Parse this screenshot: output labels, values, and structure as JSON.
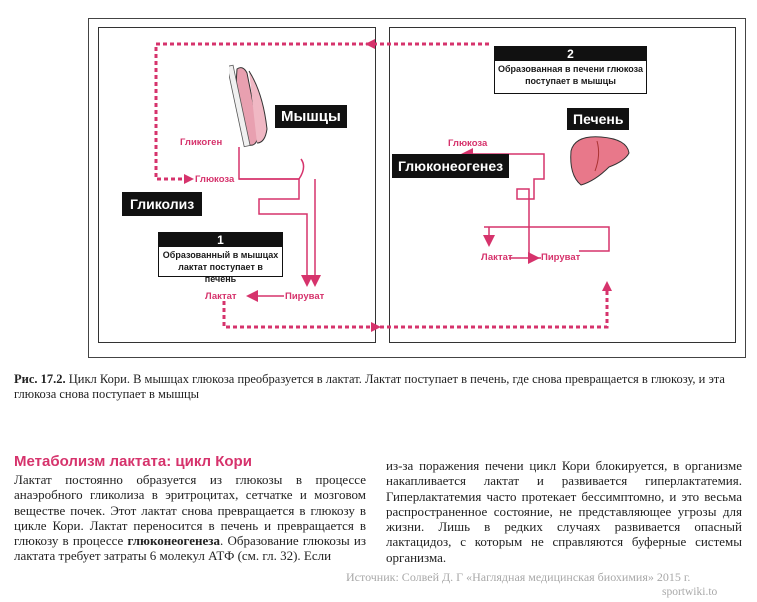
{
  "diagram": {
    "left_panel": {
      "organ_label": "Мышцы",
      "process_label": "Гликолиз",
      "glycogen": "Гликоген",
      "glucose": "Глюкоза",
      "lactate": "Лактат",
      "pyruvate": "Пируват",
      "step_number": "1",
      "step_text": "Образованный в мышцах лактат поступает в печень"
    },
    "right_panel": {
      "organ_label": "Печень",
      "process_label": "Глюконеогенез",
      "glucose": "Глюкоза",
      "lactate": "Лактат",
      "pyruvate": "Пируват",
      "step_number": "2",
      "step_text": "Образованная в печени глюкоза поступает в мышцы"
    },
    "colors": {
      "accent": "#d6336c",
      "dark": "#111111"
    },
    "icons": [
      "muscle-icon",
      "liver-icon"
    ]
  },
  "caption": {
    "label": "Рис. 17.2.",
    "text": "Цикл Кори. В мышцах глюкоза преобразуется в лактат. Лактат поступает в печень, где снова превращается в глюкозу, и эта глюкоза снова поступает в мышцы"
  },
  "section": {
    "heading": "Метаболизм лактата: цикл Кори",
    "para1_part1": "Лактат постоянно образуется из глюкозы в процессе анаэробного гликолиза в эритроцитах, сетчатке и мозговом веществе почек. Этот лактат снова превращается в глюкозу в цикле Кори. Лактат переносится в печень и превращается в глюкозу в процессе ",
    "para1_bold": "глюконеогенеза",
    "para1_part2": ". Образование глюкозы из лактата требует затраты 6 молекул АТФ (см. гл. 32). Если",
    "para2": "из-за поражения печени цикл Кори блокируется, в организме накапливается лактат и развивается гиперлактатемия. Гиперлактатемия часто протекает бессимптомно, и это весьма распространенное состояние, не представляющее угрозы для жизни. Лишь в редких случаях развивается опасный лактацидоз, с которым не справляются буферные системы организма."
  },
  "source": "Источник: Солвей Д. Г «Наглядная медицинская биохимия» 2015 г.",
  "site": "sportwiki.to"
}
